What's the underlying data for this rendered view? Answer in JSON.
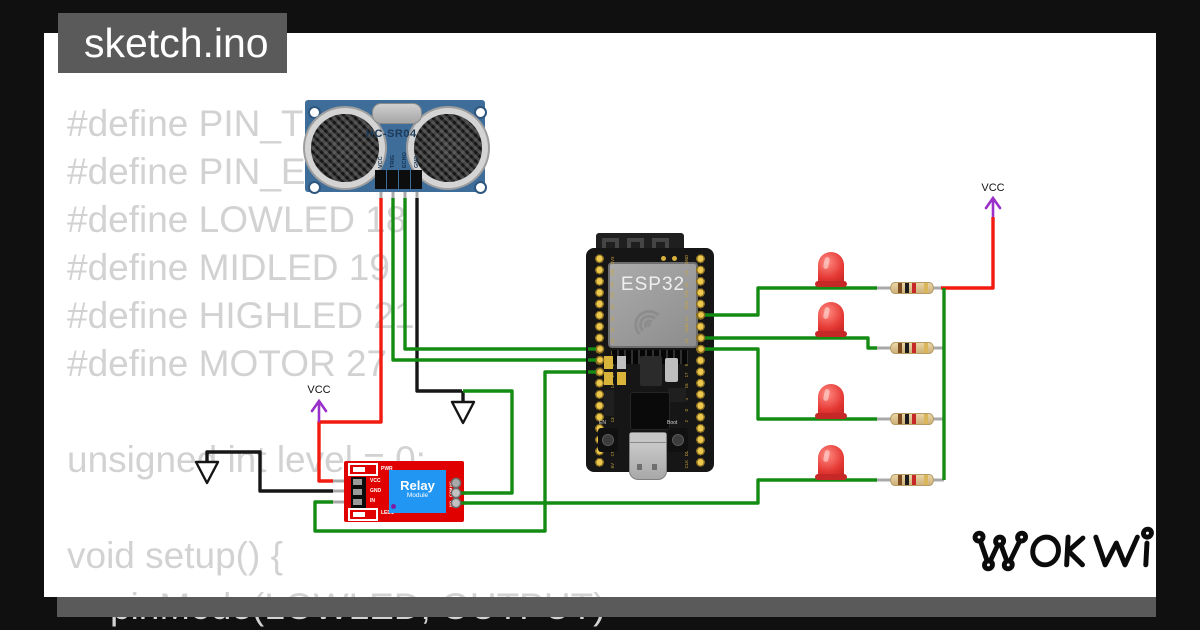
{
  "page": {
    "background": "#101010",
    "canvas_color": "#ffffff",
    "accent_gray": "#5a5a5a"
  },
  "title_tab": {
    "label": "sketch.ino"
  },
  "code": {
    "color": "#d2d2d2",
    "lines": [
      "#define PIN_TRI",
      "#define PIN_ECH",
      "#define LOWLED 18",
      "#define MIDLED 19",
      "#define HIGHLED 21",
      "#define MOTOR 27",
      "unsigned int level = 0;",
      "void setup() {",
      "pinMode(LOWLED, OUTPUT)"
    ]
  },
  "sensor": {
    "label": "HC-SR04",
    "pins": [
      "VCC",
      "TRIG",
      "ECHO",
      "GND"
    ]
  },
  "esp32": {
    "label": "ESP32",
    "en_button": "EN",
    "boot_button": "Boot",
    "left_pins": [
      "3V3",
      "EN",
      "VP",
      "VN",
      "34",
      "35",
      "32",
      "33",
      "25",
      "26",
      "27",
      "14",
      "12",
      "GND",
      "13",
      "D2",
      "D3",
      "CMD",
      "5V"
    ],
    "right_pins": [
      "GND",
      "23",
      "22",
      "TX0",
      "RX0",
      "21",
      "GND",
      "19",
      "18",
      "5",
      "17",
      "16",
      "4",
      "0",
      "2",
      "15",
      "D1",
      "D0",
      "CLK"
    ]
  },
  "relay": {
    "title": "Relay",
    "subtitle": "Module",
    "pin_labels": [
      "VCC",
      "GND",
      "IN"
    ],
    "component_labels": [
      "PWR",
      "LED1"
    ],
    "terminals": [
      "NC",
      "COM",
      "NO"
    ]
  },
  "power": {
    "vcc_label": "VCC"
  },
  "leds": {
    "count": 4,
    "color": "#e53935"
  },
  "resistors": {
    "count": 4,
    "bands": [
      "brown",
      "black",
      "red",
      "gold"
    ]
  },
  "logo": {
    "text": "WOKWI"
  },
  "wire_colors": {
    "signal": "#148c14",
    "power": "#f21b0f",
    "ground": "#161616",
    "vcc_symbol": "#9b2fc9"
  }
}
